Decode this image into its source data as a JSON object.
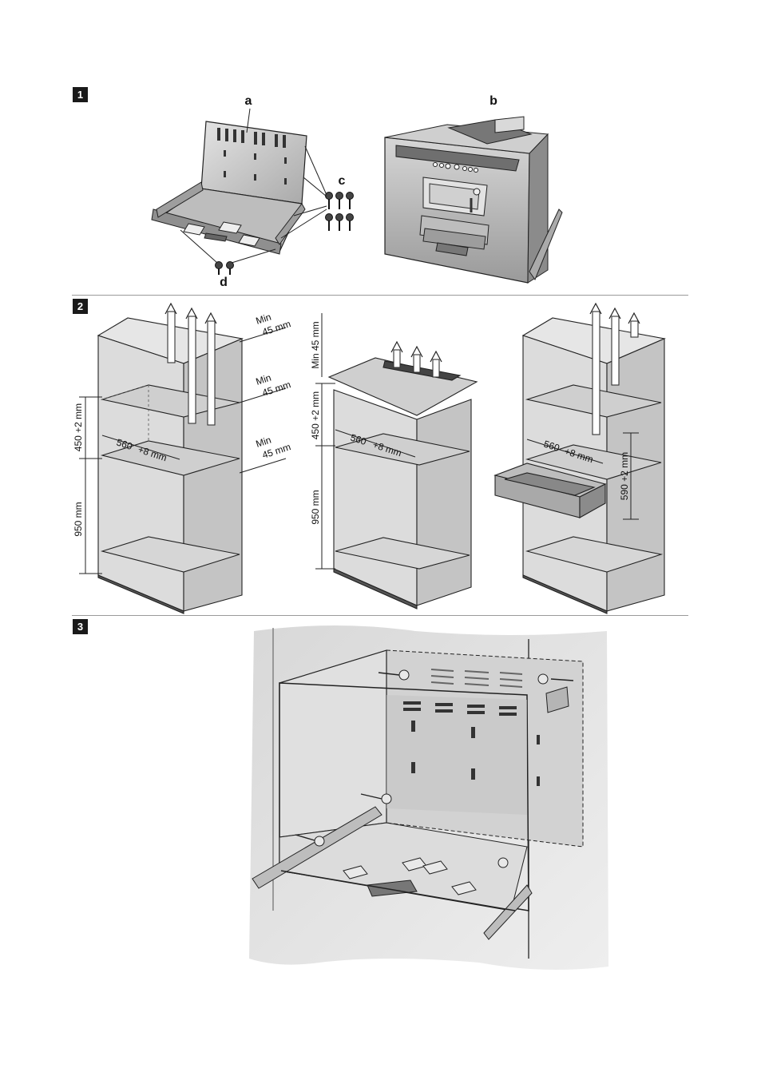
{
  "steps": [
    "1",
    "2",
    "3"
  ],
  "step1": {
    "labels": {
      "a": "a",
      "b": "b",
      "c": "c",
      "d": "d"
    }
  },
  "step2": {
    "cab1": {
      "min": "Min",
      "min_val": "45 mm",
      "width": "560",
      "width_tol": "+8 mm",
      "height_upper": "450 +2 mm",
      "height_lower": "950 mm"
    },
    "cab2": {
      "top": "Min 45 mm",
      "width": "560",
      "width_tol": "+8 mm",
      "height_upper": "450 +2 mm",
      "height_lower": "950 mm"
    },
    "cab3": {
      "width": "560",
      "width_tol": "+8 mm",
      "height": "590 +2 mm"
    }
  },
  "colors": {
    "metal": "#c9c9c9",
    "metal_dark": "#8a8a8a",
    "line": "#1a1a1a",
    "rule": "#9a9a9a"
  }
}
